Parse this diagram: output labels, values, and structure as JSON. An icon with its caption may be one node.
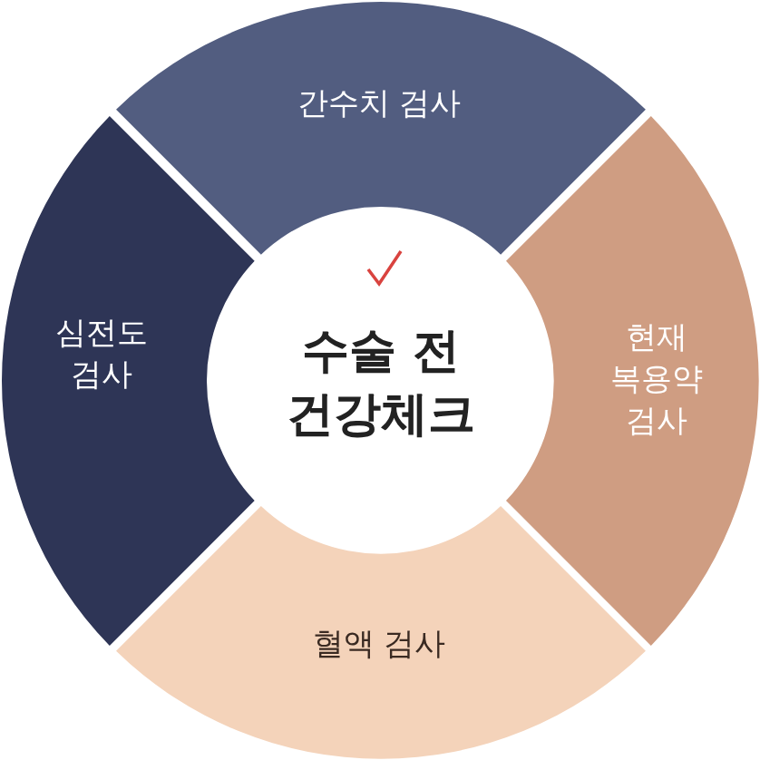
{
  "diagram": {
    "nodes": [
      {
        "text": [
          "간수치 검사"
        ]
      },
      {
        "text": [
          "심전도 검사"
        ]
      },
      {
        "text": [
          "수술 전 건강체크"
        ]
      },
      {
        "text": [
          "현재 복용약 검사"
        ]
      },
      {
        "text": [
          "혈액 검사"
        ]
      }
    ]
  }
}
